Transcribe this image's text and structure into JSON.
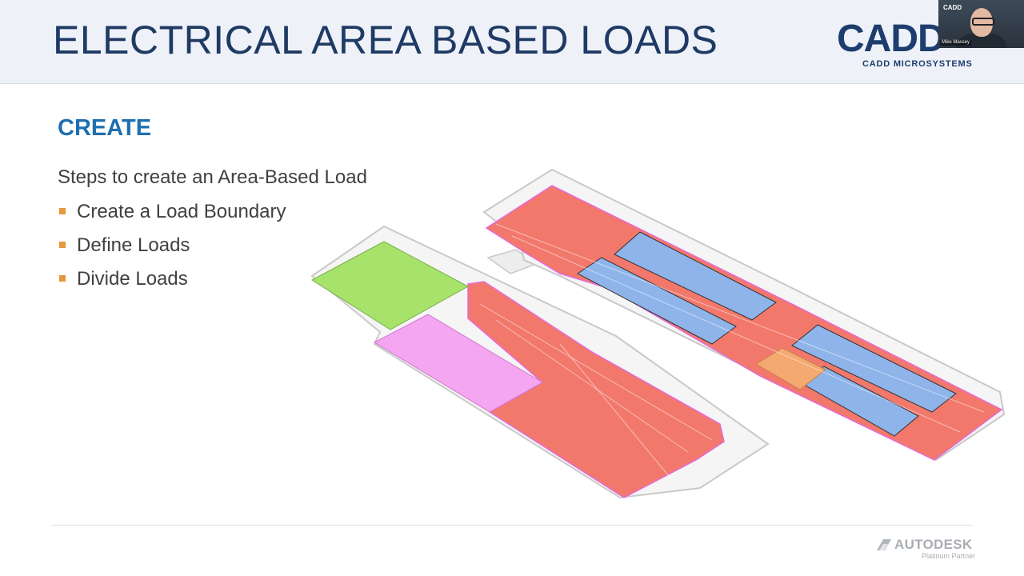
{
  "slide": {
    "title": "ELECTRICAL AREA BASED LOADS",
    "heading": "CREATE",
    "intro": "Steps to create an Area-Based Load",
    "steps": [
      {
        "label": "Create a Load Boundary"
      },
      {
        "label": "Define Loads"
      },
      {
        "label": "Divide Loads"
      }
    ]
  },
  "branding": {
    "logo_text": "CADD",
    "logo_subtitle": "CADD MICROSYSTEMS",
    "partner_name": "AUTODESK",
    "partner_tier": "Platinum Partner"
  },
  "webcam": {
    "overlay_logo": "CADD",
    "participant_name": "Mike Massey"
  },
  "colors": {
    "title": "#1f3a64",
    "heading": "#1f6fb0",
    "bullet": "#e8963a",
    "zone_red": "#f2786c",
    "zone_blue": "#8fb4ea",
    "zone_green": "#a7e36a",
    "zone_pink": "#f4a6f0",
    "zone_orange": "#f3a96f"
  },
  "icons": {
    "bullet": "orange-square-bullet",
    "partner_mark": "autodesk-logo-icon"
  }
}
